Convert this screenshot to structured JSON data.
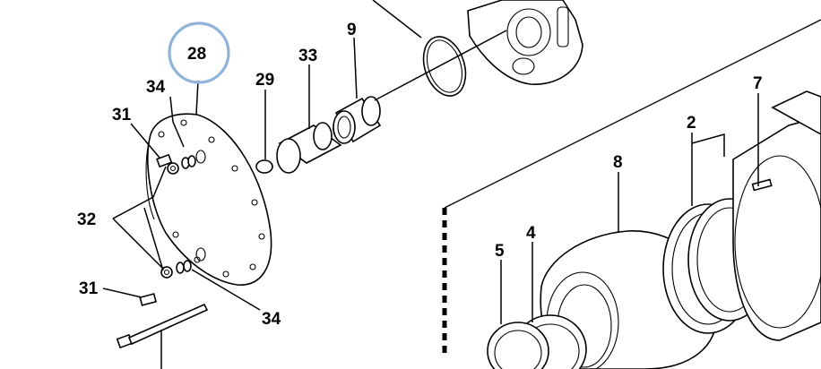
{
  "callouts": {
    "c28": "28",
    "c34a": "34",
    "c31a": "31",
    "c29": "29",
    "c33": "33",
    "c9": "9",
    "c32": "32",
    "c31b": "31",
    "c34b": "34",
    "c7": "7",
    "c2": "2",
    "c8": "8",
    "c5": "5",
    "c4": "4"
  },
  "highlight": {
    "target": "28",
    "color": "#8fb3d9"
  }
}
